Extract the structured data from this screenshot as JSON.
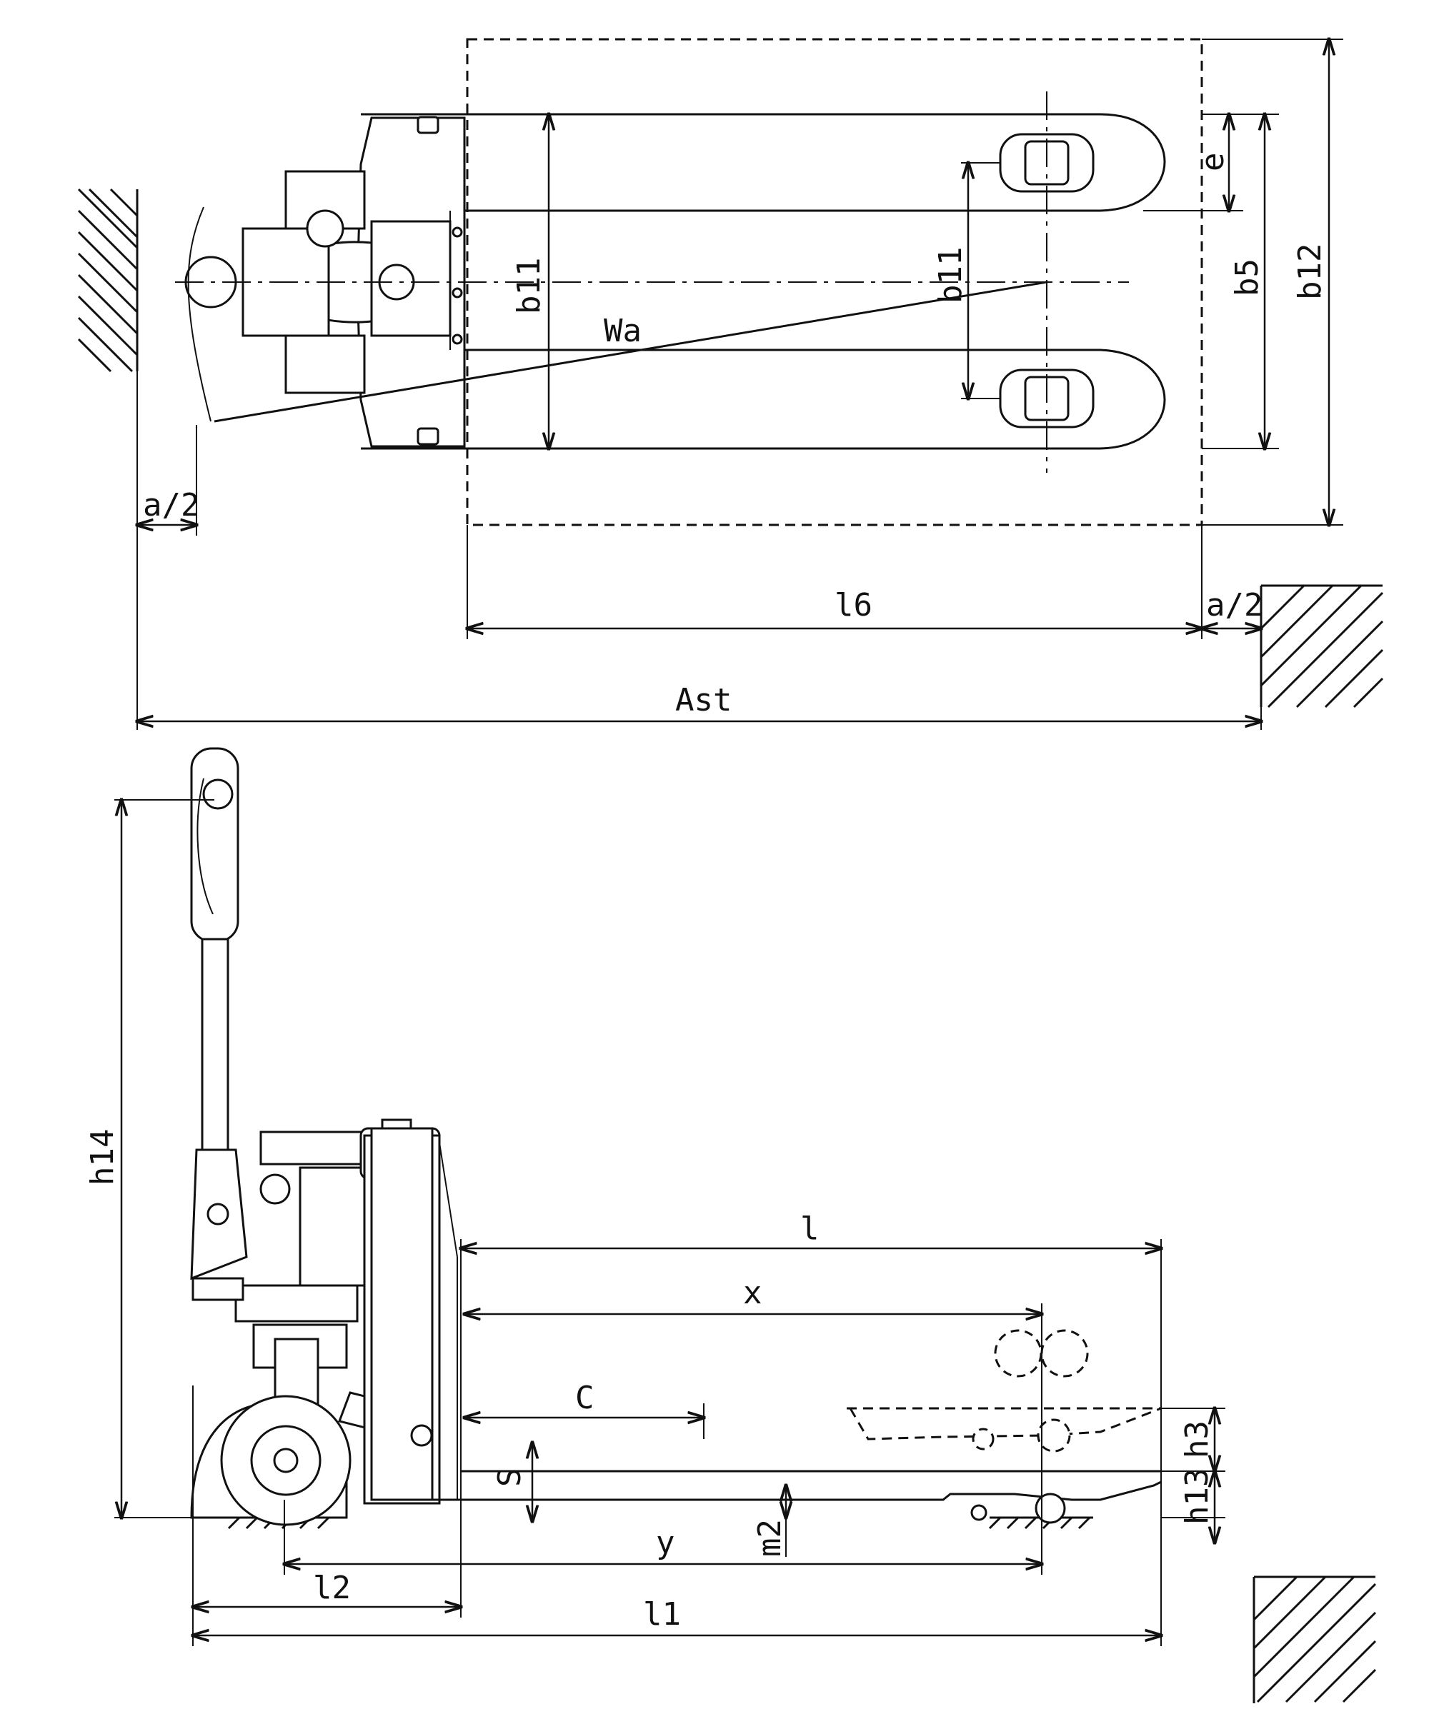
{
  "top_view": {
    "labels": {
      "wa": "Wa",
      "b11_left": "b11",
      "b11_right": "b11",
      "b5": "b5",
      "b12": "b12",
      "e": "e",
      "a2_left": "a/2",
      "a2_right": "a/2",
      "l6": "l6",
      "ast": "Ast"
    }
  },
  "side_view": {
    "labels": {
      "h14": "h14",
      "l": "l",
      "x": "x",
      "c": "C",
      "s": "S",
      "y": "y",
      "m2": "m2",
      "h3": "h3",
      "h13": "h13",
      "l2": "l2",
      "l1": "l1"
    }
  }
}
